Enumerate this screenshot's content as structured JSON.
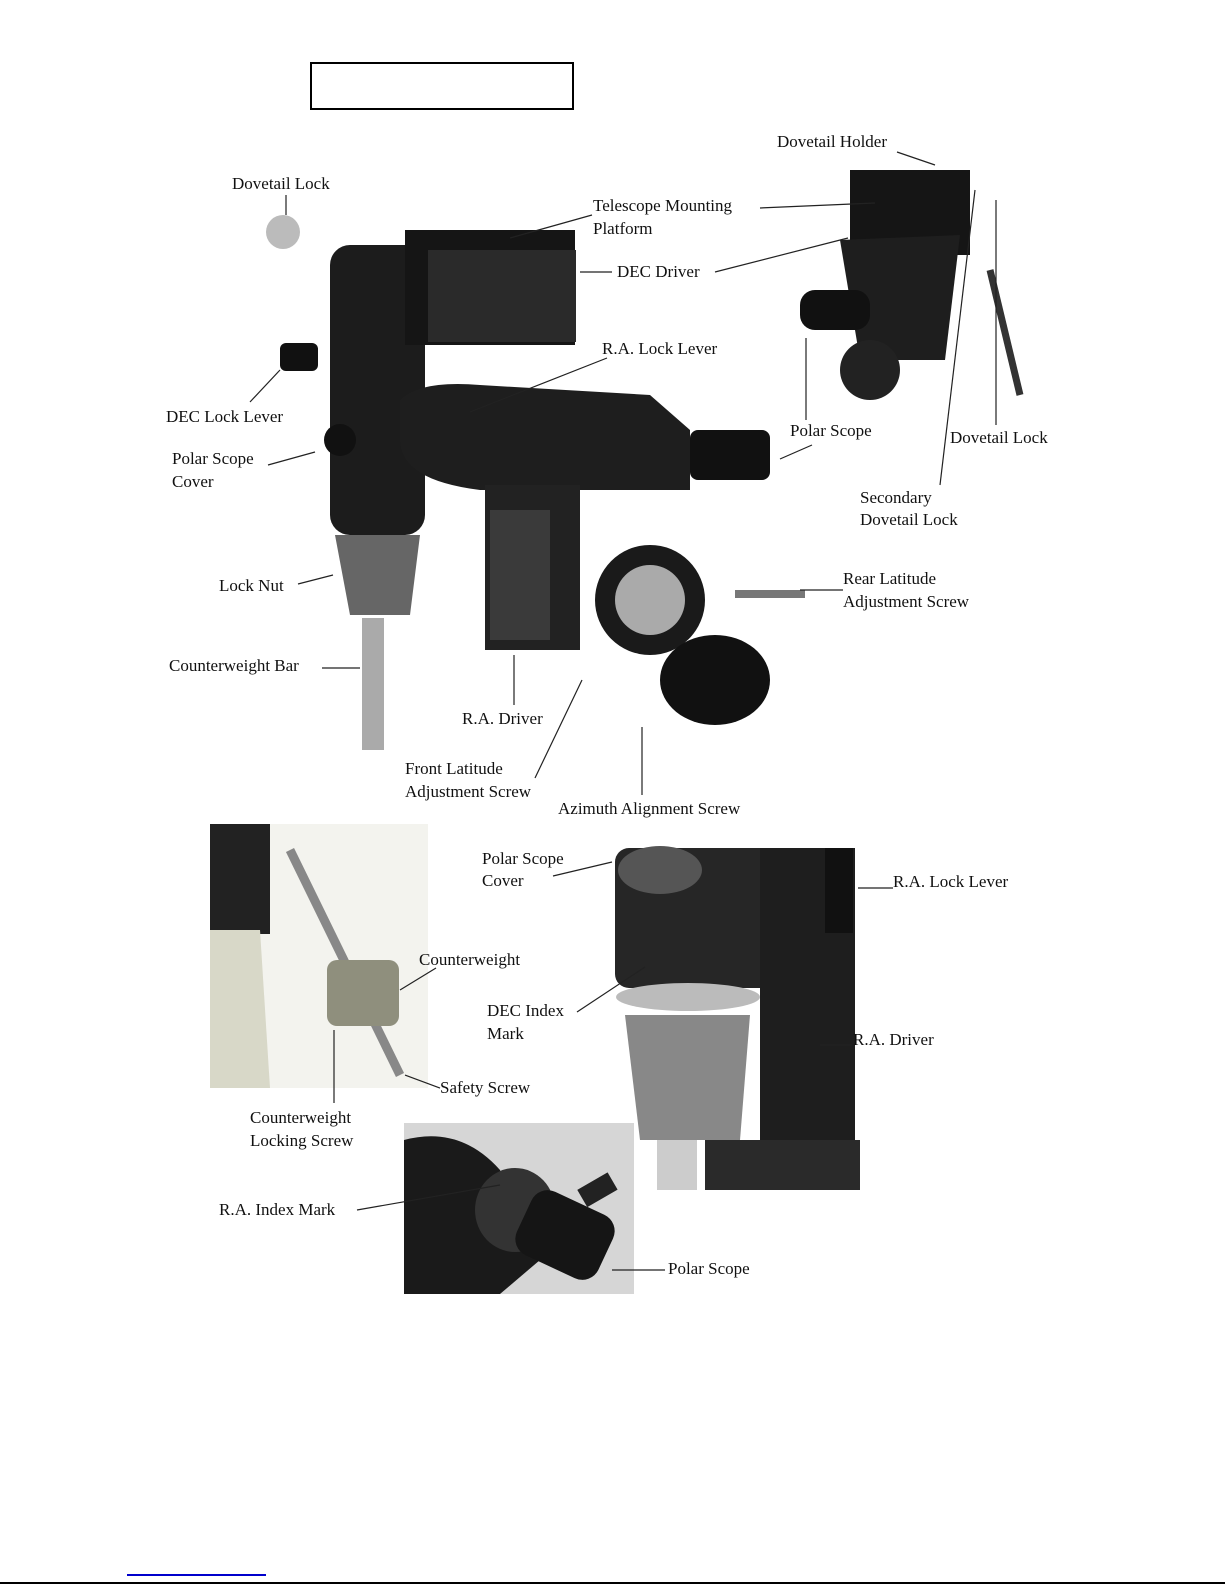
{
  "title_box": "",
  "main_diagram": {
    "labels": {
      "dovetail_holder": "Dovetail Holder",
      "dovetail_lock_left": "Dovetail Lock",
      "telescope_mounting_platform_1": "Telescope Mounting",
      "telescope_mounting_platform_2": "Platform",
      "dec_driver": "DEC Driver",
      "ra_lock_lever": "R.A. Lock Lever",
      "dec_lock_lever": "DEC Lock Lever",
      "polar_scope": "Polar Scope",
      "dovetail_lock_right": "Dovetail Lock",
      "polar_scope_cover_1": "Polar Scope",
      "polar_scope_cover_2": "Cover",
      "secondary_dovetail_lock_1": "Secondary",
      "secondary_dovetail_lock_2": "Dovetail Lock",
      "lock_nut": "Lock Nut",
      "rear_latitude_1": "Rear Latitude",
      "rear_latitude_2": "Adjustment Screw",
      "counterweight_bar": "Counterweight Bar",
      "ra_driver": "R.A. Driver",
      "front_latitude_1": "Front Latitude",
      "front_latitude_2": "Adjustment Screw",
      "azimuth_alignment_screw": "Azimuth Alignment Screw"
    }
  },
  "lower_diagrams": {
    "labels": {
      "polar_scope_cover_1": "Polar Scope",
      "polar_scope_cover_2": "Cover",
      "ra_lock_lever": "R.A. Lock Lever",
      "counterweight": "Counterweight",
      "dec_index_mark_1": "DEC Index",
      "dec_index_mark_2": "Mark",
      "ra_driver": "R.A. Driver",
      "safety_screw": "Safety Screw",
      "counterweight_locking_screw_1": "Counterweight",
      "counterweight_locking_screw_2": "Locking Screw",
      "ra_index_mark": "R.A. Index Mark",
      "polar_scope": "Polar Scope"
    }
  },
  "colors": {
    "link": "#0000cc",
    "photo_dark": "#1a1a1a",
    "photo_gray": "#8a8a8a"
  }
}
